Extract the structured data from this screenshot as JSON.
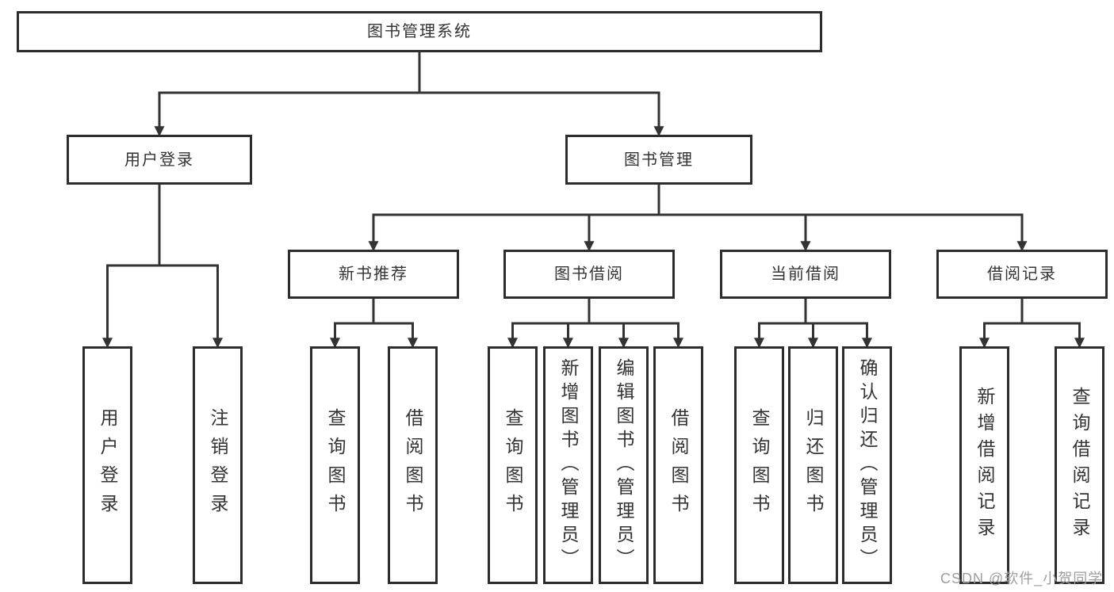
{
  "diagram_title": "图书管理系统",
  "tree": {
    "root": "图书管理系统",
    "children": [
      {
        "label": "用户登录",
        "children": [
          {
            "label": "用户登录"
          },
          {
            "label": "注销登录"
          }
        ]
      },
      {
        "label": "图书管理",
        "children": [
          {
            "label": "新书推荐",
            "children": [
              {
                "label": "查询图书"
              },
              {
                "label": "借阅图书"
              }
            ]
          },
          {
            "label": "图书借阅",
            "children": [
              {
                "label": "查询图书"
              },
              {
                "label": "新增图书（管理员）"
              },
              {
                "label": "编辑图书（管理员）"
              },
              {
                "label": "借阅图书"
              }
            ]
          },
          {
            "label": "当前借阅",
            "children": [
              {
                "label": "查询图书"
              },
              {
                "label": "归还图书"
              },
              {
                "label": "确认归还（管理员）"
              }
            ]
          },
          {
            "label": "借阅记录",
            "children": [
              {
                "label": "新增借阅记录"
              },
              {
                "label": "查询借阅记录"
              }
            ]
          }
        ]
      }
    ]
  },
  "watermark": {
    "text": "CSDN @软件_小贺同学"
  },
  "colors": {
    "line": "#333333",
    "box_border": "#2d2d2d",
    "text": "#333333",
    "watermark": "#9e9e9e",
    "background": "#ffffff"
  }
}
